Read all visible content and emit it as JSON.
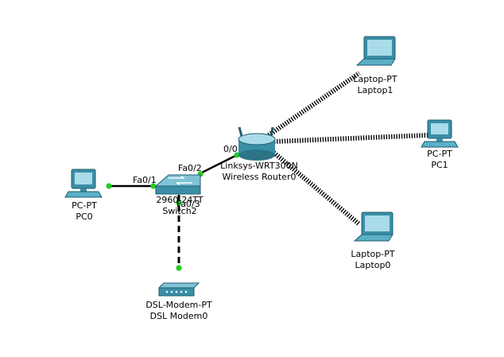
{
  "devices": {
    "pc0": {
      "type": "PC-PT",
      "name": "PC0"
    },
    "switch2": {
      "type": "2960-24TT",
      "name": "Switch2"
    },
    "router": {
      "type": "Linksys-WRT300N",
      "name": "Wireless Router0"
    },
    "laptop1": {
      "type": "Laptop-PT",
      "name": "Laptop1"
    },
    "pc1": {
      "type": "PC-PT",
      "name": "PC1"
    },
    "laptop0": {
      "type": "Laptop-PT",
      "name": "Laptop0"
    },
    "modem": {
      "type": "DSL-Modem-PT",
      "name": "DSL Modem0"
    }
  },
  "ports": {
    "switch_fa01": "Fa0/1",
    "switch_fa02": "Fa0/2",
    "switch_fa03": "Fa0/3",
    "router_00": "0/0"
  },
  "colors": {
    "link": "#000000",
    "port_up": "#22cc22",
    "device": "#3a8fa6",
    "device_light": "#a9dbe8"
  }
}
